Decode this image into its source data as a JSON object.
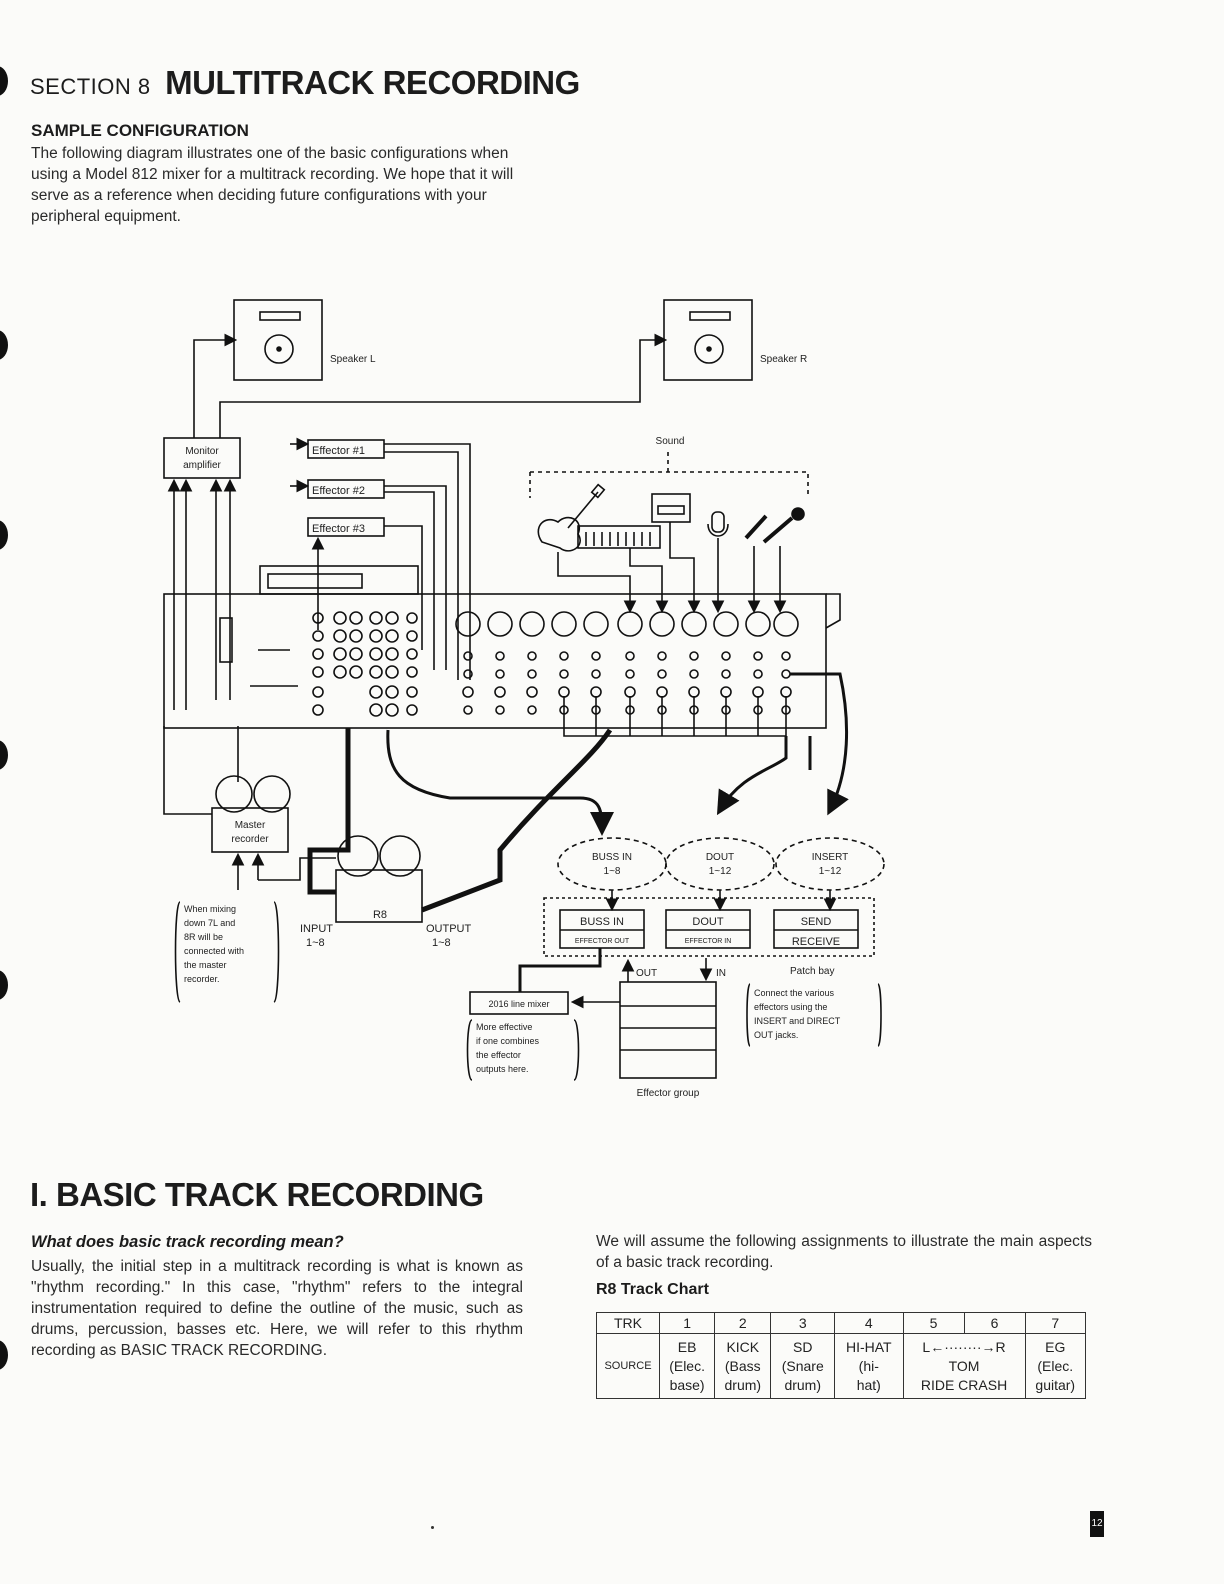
{
  "header": {
    "section_prefix": "SECTION 8",
    "section_title": "MULTITRACK RECORDING"
  },
  "sample": {
    "heading": "SAMPLE CONFIGURATION",
    "text": "The following diagram illustrates one of the basic configurations when using a Model 812 mixer for a multitrack recording. We hope that it will serve as a reference when deciding future configurations with your peripheral equipment."
  },
  "diagram": {
    "speaker_l": "Speaker L",
    "speaker_r": "Speaker R",
    "monitor_amp": [
      "Monitor",
      "amplifier"
    ],
    "effector1": "Effector #1",
    "effector2": "Effector #2",
    "effector3": "Effector #3",
    "sound": "Sound",
    "master_recorder": [
      "Master",
      "recorder"
    ],
    "r8": "R8",
    "input_label": [
      "INPUT",
      "1~8"
    ],
    "output_label": [
      "OUTPUT",
      "1~8"
    ],
    "bubble_buss": [
      "BUSS IN",
      "1~8"
    ],
    "bubble_dout": [
      "DOUT",
      "1~12"
    ],
    "bubble_insert": [
      "INSERT",
      "1~12"
    ],
    "patch_buss": "BUSS IN",
    "patch_buss_sub": "EFFECTOR OUT",
    "patch_dout": "DOUT",
    "patch_dout_sub": "EFFECTOR IN",
    "patch_send": "SEND",
    "patch_receive": "RECEIVE",
    "patch_bay": "Patch bay",
    "out_label": "OUT",
    "in_label": "IN",
    "line_mixer": "2016 line mixer",
    "effector_group": "Effector group",
    "note_mixdown": [
      "When mixing",
      "down 7L and",
      "8R will be",
      "connected with",
      "the master",
      "recorder."
    ],
    "note_effective": [
      "More effective",
      "if one combines",
      "the effector",
      "outputs here."
    ],
    "note_patch": [
      "Connect the various",
      "effectors using the",
      "INSERT and DIRECT",
      "OUT jacks."
    ]
  },
  "basic": {
    "heading": "I. BASIC TRACK RECORDING",
    "question": "What does basic track recording mean?",
    "text": "Usually, the initial step in a multitrack recording is what is known as \"rhythm recording.\" In this case, \"rhythm\" refers to the integral instrumentation required to define the outline of the music, such as drums, percussion, basses etc. Here, we will refer to this rhythm recording as BASIC TRACK RECORDING.",
    "assume": "We will assume the following assignments to illustrate the main aspects of a basic track recording.",
    "chart_title": "R8 Track Chart",
    "table": {
      "trk_label": "TRK",
      "tracks": [
        "1",
        "2",
        "3",
        "4",
        "5",
        "6",
        "7"
      ],
      "source_label": "SOURCE",
      "sources": [
        [
          "EB",
          "(Elec.",
          "base)"
        ],
        [
          "KICK",
          "(Bass",
          "drum)"
        ],
        [
          "SD",
          "(Snare",
          "drum)"
        ],
        [
          "HI-HAT",
          "(hi-",
          "hat)"
        ],
        [
          "L←········→R",
          "TOM",
          "RIDE   CRASH"
        ],
        [
          "EG",
          "(Elec.",
          "guitar)"
        ]
      ]
    }
  },
  "page_number": "12"
}
